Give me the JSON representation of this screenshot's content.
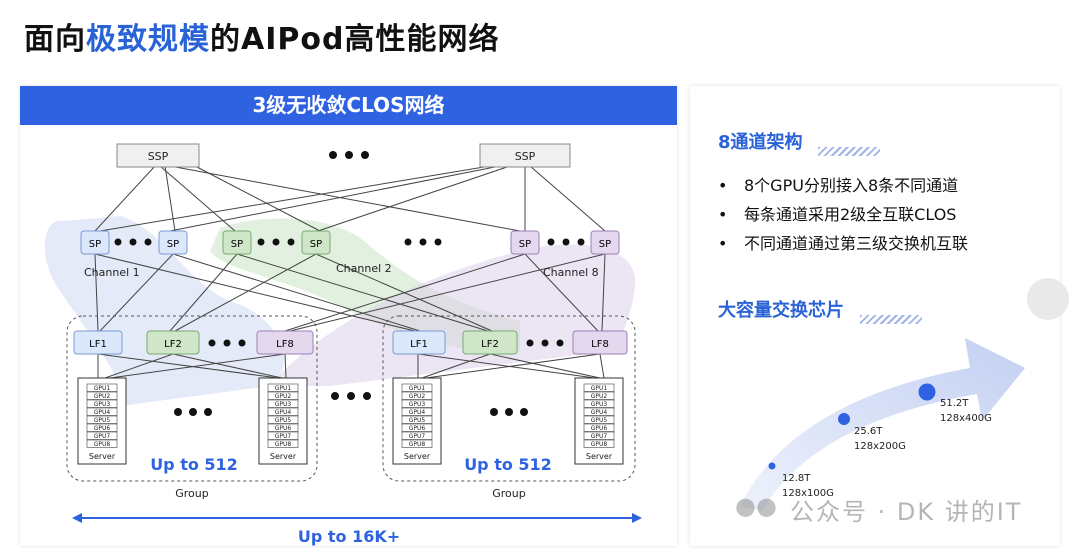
{
  "title": {
    "pre": "面向",
    "highlight": "极致规模",
    "post": "的AIPod高性能网络"
  },
  "left": {
    "header": "3级无收敛CLOS网络",
    "ssp": [
      "SSP",
      "SSP"
    ],
    "sp": [
      "SP",
      "SP",
      "SP",
      "SP",
      "SP",
      "SP"
    ],
    "channels": [
      "Channel 1",
      "Channel 2",
      "Channel 8"
    ],
    "groups": [
      {
        "leafs": [
          "LF1",
          "LF2",
          "LF8"
        ],
        "up_to": "Up to 512",
        "label": "Group"
      },
      {
        "leafs": [
          "LF1",
          "LF2",
          "LF8"
        ],
        "up_to": "Up to 512",
        "label": "Group"
      }
    ],
    "gpus": [
      "GPU1",
      "GPU2",
      "GPU3",
      "GPU4",
      "GPU5",
      "GPU6",
      "GPU7",
      "GPU8"
    ],
    "server_label": "Server",
    "total": "Up to 16K+"
  },
  "right": {
    "sec1": "8通道架构",
    "bullets": [
      "8个GPU分别接入8条不同通道",
      "每条通道采用2级全互联CLOS",
      "不同通道通过第三级交换机互联"
    ],
    "sec2": "大容量交换芯片",
    "chips": [
      {
        "cap": "12.8T",
        "spec": "128x100G"
      },
      {
        "cap": "25.6T",
        "spec": "128x200G"
      },
      {
        "cap": "51.2T",
        "spec": "128x400G"
      }
    ]
  },
  "watermark": "公众号 · DK 讲的IT",
  "colors": {
    "accent": "#2f62e0",
    "green": "#d6ecd2",
    "blue_node": "#dbe8fb",
    "purple": "#e4d8ee"
  }
}
